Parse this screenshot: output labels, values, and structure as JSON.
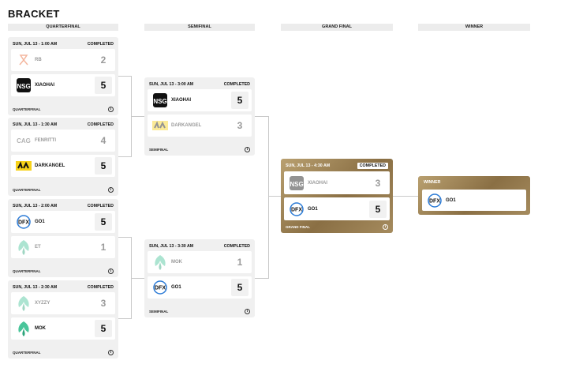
{
  "title": "BRACKET",
  "rounds": [
    "QUARTERFINAL",
    "SEMIFINAL",
    "GRAND FINAL",
    "WINNER"
  ],
  "matches": {
    "qf1": {
      "date": "SUN, JUL 13 - 1:00 AM",
      "status": "COMPLETED",
      "stage": "QUARTERFINAL",
      "team1": {
        "name": "RB",
        "score": "2",
        "logo": "rb-logo"
      },
      "team2": {
        "name": "XIAOHAI",
        "score": "5",
        "logo": "nsg-logo"
      }
    },
    "qf2": {
      "date": "SUN, JUL 13 - 1:30 AM",
      "status": "COMPLETED",
      "stage": "QUARTERFINAL",
      "team1": {
        "name": "FENRITTI",
        "score": "4",
        "logo": "cag-logo"
      },
      "team2": {
        "name": "DARKANGEL",
        "score": "5",
        "logo": "navi-logo"
      }
    },
    "qf3": {
      "date": "SUN, JUL 13 - 2:00 AM",
      "status": "COMPLETED",
      "stage": "QUARTERFINAL",
      "team1": {
        "name": "GO1",
        "score": "5",
        "logo": "dfx-logo"
      },
      "team2": {
        "name": "ET",
        "score": "1",
        "logo": "falcons-logo"
      }
    },
    "qf4": {
      "date": "SUN, JUL 13 - 2:30 AM",
      "status": "COMPLETED",
      "stage": "QUARTERFINAL",
      "team1": {
        "name": "XYZZY",
        "score": "3",
        "logo": "falcons-logo"
      },
      "team2": {
        "name": "MOK",
        "score": "5",
        "logo": "falcons-logo"
      }
    },
    "sf1": {
      "date": "SUN, JUL 13 - 3:00 AM",
      "status": "COMPLETED",
      "stage": "SEMIFINAL",
      "team1": {
        "name": "XIAOHAI",
        "score": "5",
        "logo": "nsg-logo"
      },
      "team2": {
        "name": "DARKANGEL",
        "score": "3",
        "logo": "navi-logo"
      }
    },
    "sf2": {
      "date": "SUN, JUL 13 - 3:30 AM",
      "status": "COMPLETED",
      "stage": "SEMIFINAL",
      "team1": {
        "name": "MOK",
        "score": "1",
        "logo": "falcons-logo"
      },
      "team2": {
        "name": "GO1",
        "score": "5",
        "logo": "dfx-logo"
      }
    },
    "gf": {
      "date": "SUN, JUL 13 - 4:30 AM",
      "status": "COMPLETED",
      "stage": "GRAND FINAL",
      "team1": {
        "name": "XIAOHAI",
        "score": "3",
        "logo": "nsg-logo"
      },
      "team2": {
        "name": "GO1",
        "score": "5",
        "logo": "dfx-logo"
      }
    }
  },
  "winner": {
    "label": "WINNER",
    "name": "GO1",
    "logo": "dfx-logo"
  },
  "colors": {
    "gold": "#a58b5e",
    "card": "#f0f0f0",
    "connector": "#c9c9c9",
    "falcons": "#49c59a"
  }
}
